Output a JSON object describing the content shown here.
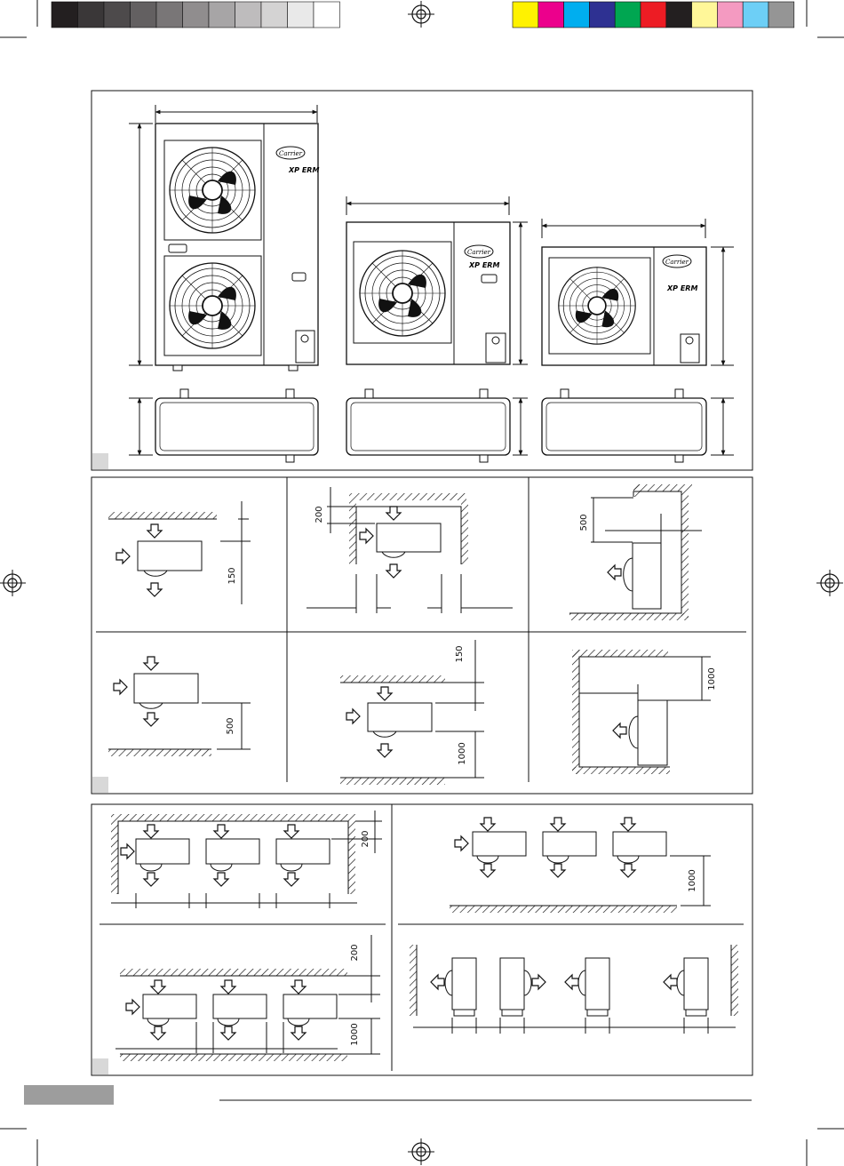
{
  "colors": {
    "greyscale": [
      "#231f20",
      "#3a3738",
      "#4d4a4b",
      "#636061",
      "#797677",
      "#908d8e",
      "#a7a5a6",
      "#bebcbd",
      "#d4d3d3",
      "#e9e9e9",
      "#ffffff"
    ],
    "process": [
      "#fff200",
      "#ec008c",
      "#00aeef",
      "#2e3192",
      "#00a651",
      "#ed1c24",
      "#231f20",
      "#fff799",
      "#f49ac1",
      "#6dcff6",
      "#959595"
    ],
    "line": "#111111",
    "footer_tab": "#9d9d9d"
  },
  "brand": {
    "logo_text": "Carrier",
    "badge_text": "XP ERM"
  },
  "icons": [
    "registration-mark-icon",
    "airflow-arrow-icon",
    "wall-hatch-icon",
    "carrier-logo-icon"
  ],
  "clearances": {
    "single_top": "150",
    "single_side_top": "200",
    "single_side_wall": "500",
    "single_front": "500",
    "stacked_top": "150",
    "stacked_front": "1000",
    "corner_front": "1000"
  },
  "multi": {
    "enclosed_top": "200",
    "row_front": "1000",
    "double_top": "200",
    "double_front": "1000"
  }
}
